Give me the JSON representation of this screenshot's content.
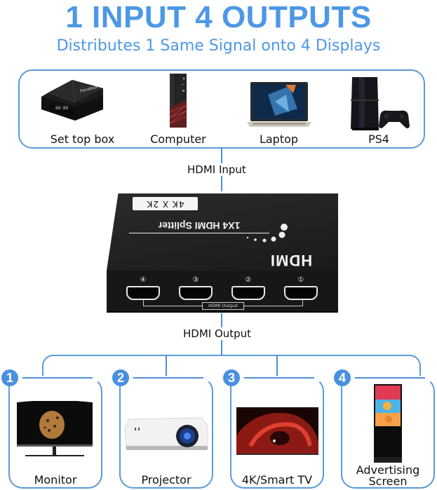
{
  "header": {
    "title": "1 INPUT 4 OUTPUTS",
    "subtitle": "Distributes 1 Same Signal onto 4 Displays"
  },
  "colors": {
    "accent": "#4d98e6",
    "line": "#5b9bd8",
    "badge": "#4a90e2",
    "device_body": "#1a1a1a"
  },
  "inputs": {
    "items": [
      {
        "label": "Set top box",
        "icon": "set-top-box-icon"
      },
      {
        "label": "Computer",
        "icon": "desktop-tower-icon"
      },
      {
        "label": "Laptop",
        "icon": "laptop-icon"
      },
      {
        "label": "PS4",
        "icon": "game-console-icon"
      }
    ]
  },
  "connections": {
    "input_label": "HDMI Input",
    "output_label": "HDMI Output"
  },
  "splitter": {
    "resolution_label": "4K X 2K",
    "model_label": "1X4 HDMI Splitter",
    "brand_logo": "HDMI",
    "ports_label": "HDMI Output",
    "ports": [
      "④",
      "③",
      "②",
      "①"
    ]
  },
  "outputs": {
    "items": [
      {
        "number": "1",
        "label": "Monitor",
        "icon": "monitor-icon"
      },
      {
        "number": "2",
        "label": "Projector",
        "icon": "projector-icon"
      },
      {
        "number": "3",
        "label": "4K/Smart TV",
        "icon": "tv-icon"
      },
      {
        "number": "4",
        "label": "Advertising\nScreen",
        "label_line1": "Advertising",
        "label_line2": "Screen",
        "icon": "kiosk-screen-icon"
      }
    ]
  }
}
